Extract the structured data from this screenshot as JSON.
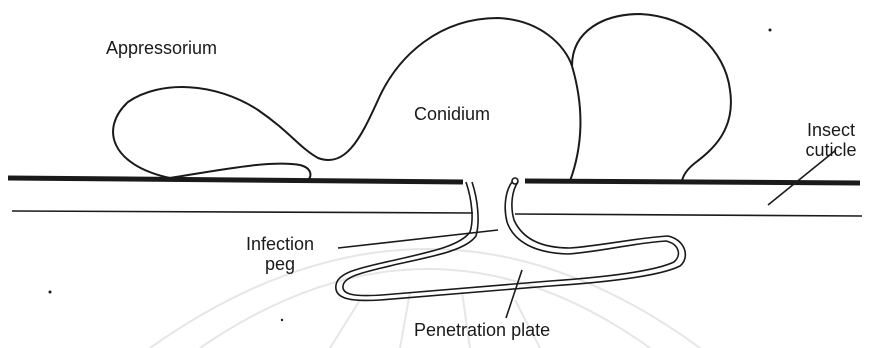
{
  "labels": {
    "appressorium": "Appressorium",
    "conidium": "Conidium",
    "insect_line1": "Insect",
    "insect_line2": "cuticle",
    "infection_line1": "Infection",
    "infection_line2": "peg",
    "penetration_plate": "Penetration plate"
  },
  "colors": {
    "ink": "#1a1a1a",
    "watermark": "#e6e6e6",
    "background": "#ffffff"
  }
}
